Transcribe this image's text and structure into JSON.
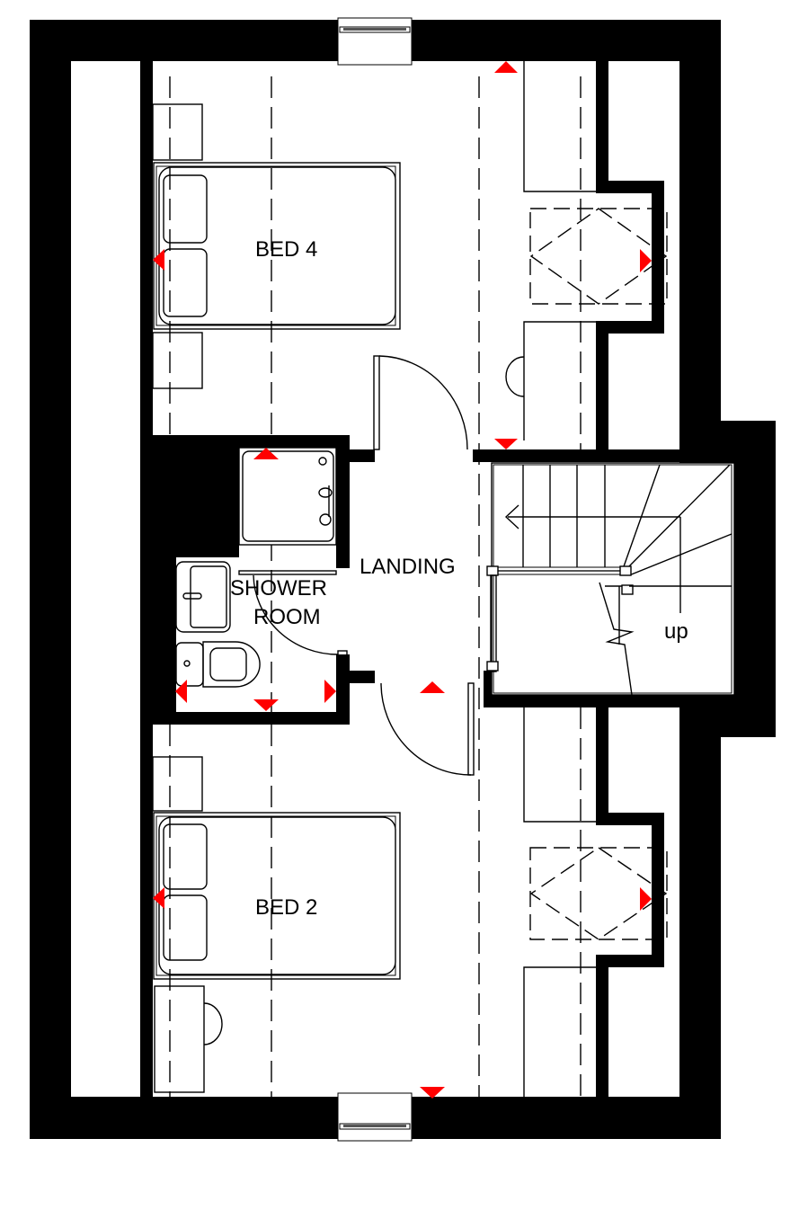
{
  "plan": {
    "title": "Second floor plan",
    "colors": {
      "wall": "#000000",
      "line": "#000000",
      "marker": "#ff0000",
      "background": "#ffffff"
    }
  },
  "rooms": [
    {
      "id": "bed-4",
      "label": "BED 4"
    },
    {
      "id": "landing",
      "label": "LANDING"
    },
    {
      "id": "shower-room",
      "label_line1": "SHOWER",
      "label_line2": "ROOM"
    },
    {
      "id": "bed-2",
      "label": "BED 2"
    }
  ],
  "stairs": {
    "direction_label": "up"
  },
  "icons": [
    "bed-icon",
    "bedside-table-icon",
    "desk-icon",
    "stool-icon",
    "wardrobe-icon",
    "skylight-icon",
    "shower-tray-icon",
    "basin-icon",
    "toilet-icon",
    "door-swing-icon",
    "window-icon",
    "staircase-icon",
    "socket-marker-icon",
    "roof-slope-line-icon"
  ]
}
